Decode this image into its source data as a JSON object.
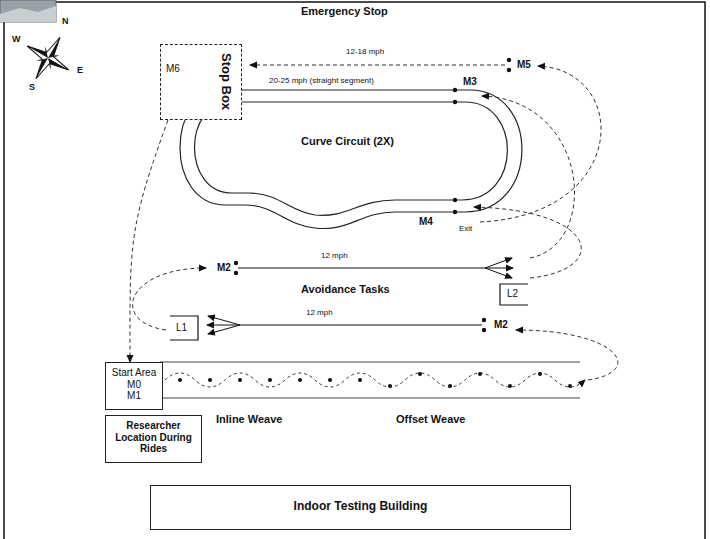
{
  "diagram": {
    "nodes": [
      {
        "text": [
          "Stop Box",
          "M6"
        ]
      },
      {
        "text": [
          "Start Area",
          "M0",
          "M1"
        ]
      },
      {
        "text": [
          "Researcher Location During Rides"
        ]
      },
      {
        "text": [
          "Indoor Testing Building"
        ]
      }
    ],
    "edges": [
      {
        "from": 0,
        "to": 1,
        "arrow": "to"
      }
    ],
    "labels": [
      "N",
      "E",
      "S",
      "W",
      "Emergency Stop",
      "12-18 mph",
      "M5",
      "20-25 mph (straight segment)",
      "M3",
      "Curve Circuit (2X)",
      "M4",
      "Exit",
      "M2",
      "12 mph",
      "L2",
      "Avoidance Tasks",
      "L1",
      "12 mph",
      "M2",
      "Inline Weave",
      "Offset Weave"
    ]
  }
}
